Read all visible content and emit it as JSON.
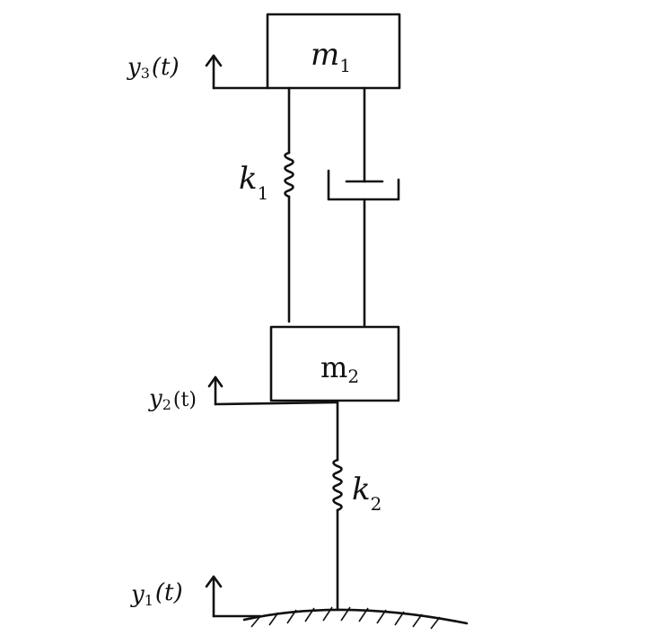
{
  "diagram": {
    "masses": [
      {
        "name": "m",
        "sub": "1"
      },
      {
        "name": "m",
        "sub": "2"
      }
    ],
    "springs": [
      {
        "name": "k",
        "sub": "1"
      },
      {
        "name": "k",
        "sub": "2"
      }
    ],
    "displacements": [
      {
        "name": "y",
        "sub": "3",
        "arg": "(t)"
      },
      {
        "name": "y",
        "sub": "2",
        "arg": "(t)"
      },
      {
        "name": "y",
        "sub": "1",
        "arg": "(t)"
      }
    ]
  }
}
